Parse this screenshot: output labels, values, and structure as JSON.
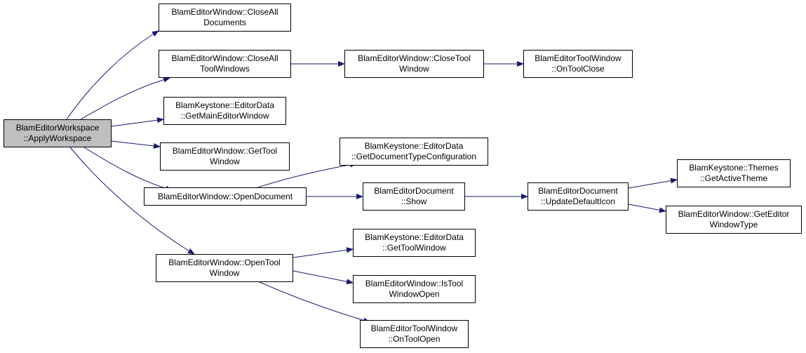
{
  "diagram": {
    "edge_color": "#191970",
    "nodes": [
      {
        "id": "n0",
        "lines": [
          "BlamEditorWorkspace",
          "::ApplyWorkspace"
        ],
        "highlighted": true
      },
      {
        "id": "n1",
        "lines": [
          "BlamEditorWindow::CloseAll",
          "Documents"
        ]
      },
      {
        "id": "n2",
        "lines": [
          "BlamEditorWindow::CloseAll",
          "ToolWindows"
        ]
      },
      {
        "id": "n3",
        "lines": [
          "BlamEditorWindow::CloseTool",
          "Window"
        ]
      },
      {
        "id": "n4",
        "lines": [
          "BlamEditorToolWindow",
          "::OnToolClose"
        ]
      },
      {
        "id": "n5",
        "lines": [
          "BlamKeystone::EditorData",
          "::GetMainEditorWindow"
        ]
      },
      {
        "id": "n6",
        "lines": [
          "BlamEditorWindow::GetTool",
          "Window"
        ]
      },
      {
        "id": "n7",
        "lines": [
          "BlamEditorWindow::OpenDocument"
        ]
      },
      {
        "id": "n8",
        "lines": [
          "BlamKeystone::EditorData",
          "::GetDocumentTypeConfiguration"
        ]
      },
      {
        "id": "n9",
        "lines": [
          "BlamEditorDocument",
          "::Show"
        ]
      },
      {
        "id": "n10",
        "lines": [
          "BlamEditorDocument",
          "::UpdateDefaultIcon"
        ]
      },
      {
        "id": "n11",
        "lines": [
          "BlamKeystone::Themes",
          "::GetActiveTheme"
        ]
      },
      {
        "id": "n12",
        "lines": [
          "BlamEditorWindow::GetEditor",
          "WindowType"
        ]
      },
      {
        "id": "n13",
        "lines": [
          "BlamEditorWindow::OpenTool",
          "Window"
        ]
      },
      {
        "id": "n14",
        "lines": [
          "BlamKeystone::EditorData",
          "::GetToolWindow"
        ]
      },
      {
        "id": "n15",
        "lines": [
          "BlamEditorWindow::IsTool",
          "WindowOpen"
        ]
      },
      {
        "id": "n16",
        "lines": [
          "BlamEditorToolWindow",
          "::OnToolOpen"
        ]
      }
    ],
    "edges": [
      {
        "from": "n0",
        "to": "n1"
      },
      {
        "from": "n0",
        "to": "n2"
      },
      {
        "from": "n0",
        "to": "n5"
      },
      {
        "from": "n0",
        "to": "n6"
      },
      {
        "from": "n0",
        "to": "n7"
      },
      {
        "from": "n0",
        "to": "n13"
      },
      {
        "from": "n2",
        "to": "n3"
      },
      {
        "from": "n3",
        "to": "n4"
      },
      {
        "from": "n7",
        "to": "n8"
      },
      {
        "from": "n7",
        "to": "n9"
      },
      {
        "from": "n9",
        "to": "n10"
      },
      {
        "from": "n10",
        "to": "n11"
      },
      {
        "from": "n10",
        "to": "n12"
      },
      {
        "from": "n13",
        "to": "n14"
      },
      {
        "from": "n13",
        "to": "n15"
      },
      {
        "from": "n13",
        "to": "n16"
      }
    ]
  }
}
